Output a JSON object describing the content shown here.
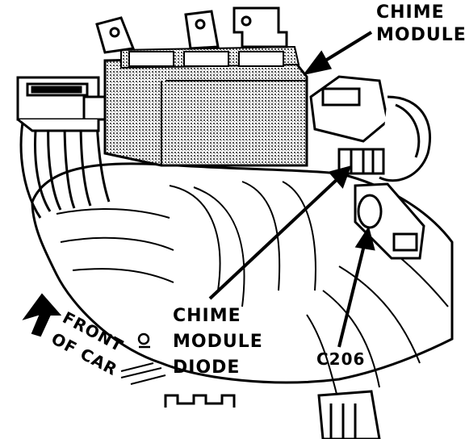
{
  "labels": {
    "chime_module_top_line1": "CHIME",
    "chime_module_top_line2": "MODULE",
    "front_of_car_line1": "FRONT",
    "front_of_car_line2": "OF CAR",
    "chime_module_diode_line1": "CHIME",
    "chime_module_diode_line2": "MODULE",
    "chime_module_diode_line3": "DIODE",
    "c206": "C206"
  },
  "colors": {
    "ink": "#000000",
    "paper": "#ffffff",
    "stipple": "#8a8a8a"
  }
}
